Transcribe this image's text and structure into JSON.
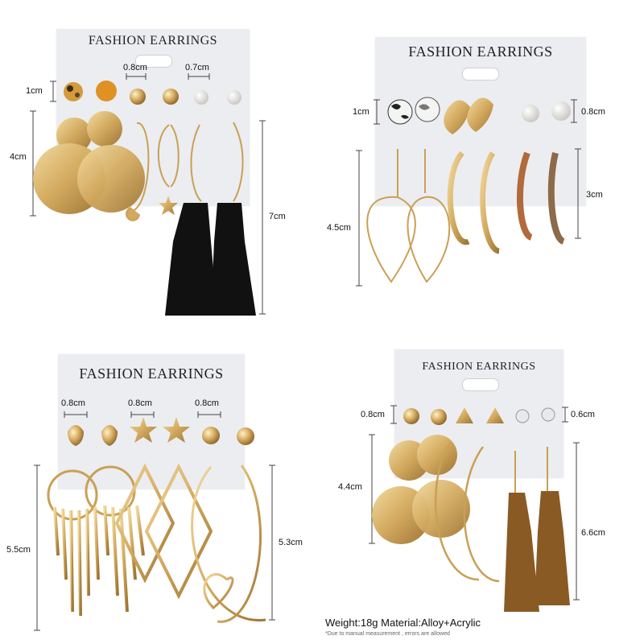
{
  "cards": [
    {
      "title": "FASHION EARRINGS"
    },
    {
      "title": "FASHION EARRINGS"
    },
    {
      "title": "FASHION EARRINGS"
    },
    {
      "title": "FASHION EARRINGS"
    }
  ],
  "dimensions": {
    "c1_stud1": "1cm",
    "c1_stud2": "0.8cm",
    "c1_stud3": "0.7cm",
    "c1_drop": "4cm",
    "c1_tassel": "7cm",
    "c2_stud1": "1cm",
    "c2_stud3": "0.8cm",
    "c2_heart": "4.5cm",
    "c2_hoop": "3cm",
    "c3_stud1": "0.8cm",
    "c3_stud2": "0.8cm",
    "c3_stud3": "0.8cm",
    "c3_fringe": "5.5cm",
    "c3_hoop": "5.3cm",
    "c4_stud1": "0.8cm",
    "c4_stud3": "0.6cm",
    "c4_disc": "4.4cm",
    "c4_tassel": "6.6cm"
  },
  "footer": {
    "specs": "Weight:18g Material:Alloy+Acrylic",
    "note": "*Due to manual measurement , errors are allowed"
  },
  "colors": {
    "gold": "#d9b46a",
    "gold_dark": "#a07a36",
    "card_bg": "#ecedf1",
    "tassel_black": "#111111",
    "tassel_brown": "#8a5a24"
  }
}
